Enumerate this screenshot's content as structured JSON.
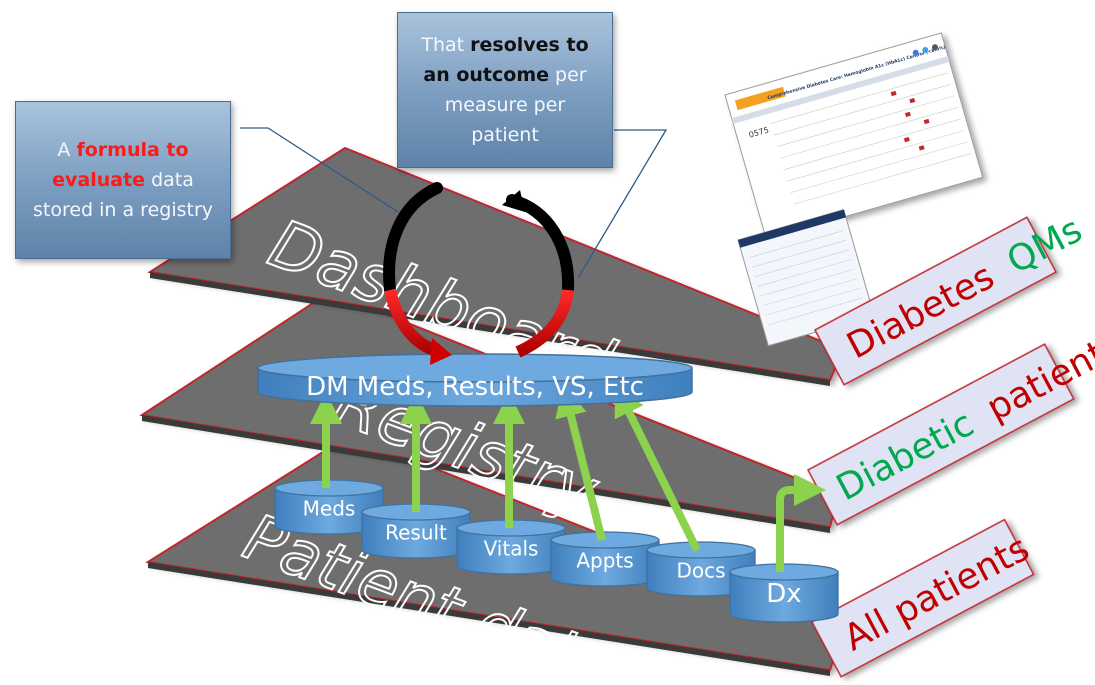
{
  "layers": {
    "dashboard": "Dashboard",
    "registry": "Registry",
    "patient": "Patient data"
  },
  "callouts": {
    "formula": {
      "pre": "A ",
      "highlight": "formula to evaluate",
      "post": " data stored in a registry"
    },
    "outcome": {
      "pre": "That ",
      "highlight": "resolves to an outcome",
      "post": " per measure per patient"
    }
  },
  "registry_store": "DM Meds, Results, VS, Etc",
  "sources": [
    {
      "label": "Meds"
    },
    {
      "label": "Result"
    },
    {
      "label": "Vitals"
    },
    {
      "label": "Appts"
    },
    {
      "label": "Docs"
    },
    {
      "label": "Dx"
    }
  ],
  "tags": {
    "qms": {
      "a": "Diabetes",
      "b": "QMs"
    },
    "diabetic": {
      "a": "Diabetic",
      "b": "patients"
    },
    "all": {
      "a": "All patients"
    }
  },
  "report_thumbnail": {
    "code": "0575",
    "title": "Comprehensive Diabetes Care: Hemoglobin A1c (HbA1c) Control (<8.0%)"
  },
  "colors": {
    "plane": "#707070",
    "plane_edge": "#c0272d",
    "cylinder": "#5b9bd5",
    "arrow": "#8dd24d",
    "tag_bg": "#dfe3f3",
    "tag_red": "#c00000",
    "tag_green": "#00a84f"
  }
}
